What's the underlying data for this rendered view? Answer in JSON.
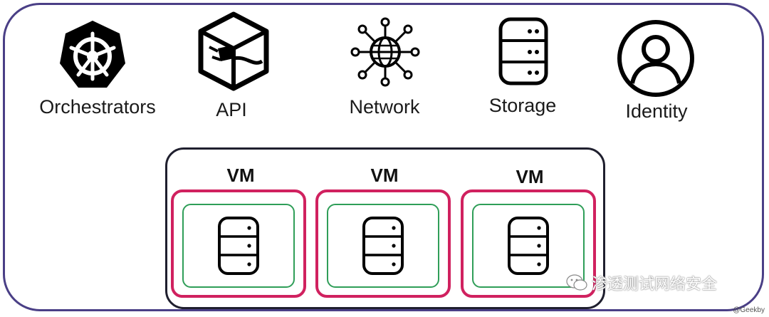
{
  "services": [
    {
      "label": "Orchestrators",
      "icon": "kubernetes-helm-icon"
    },
    {
      "label": "API",
      "icon": "api-plug-icon"
    },
    {
      "label": "Network",
      "icon": "network-globe-icon"
    },
    {
      "label": "Storage",
      "icon": "storage-database-icon"
    },
    {
      "label": "Identity",
      "icon": "user-identity-icon"
    }
  ],
  "vms": [
    {
      "title": "VM",
      "icon": "database-icon"
    },
    {
      "title": "VM",
      "icon": "database-icon"
    },
    {
      "title": "VM",
      "icon": "database-icon"
    }
  ],
  "watermark": {
    "text": "渗透测试网络安全",
    "icon": "wechat-icon"
  },
  "credit": "@Geekby",
  "colors": {
    "frame": "#4a3f86",
    "vm_border": "#d0215f",
    "container_border": "#2f9e58"
  }
}
